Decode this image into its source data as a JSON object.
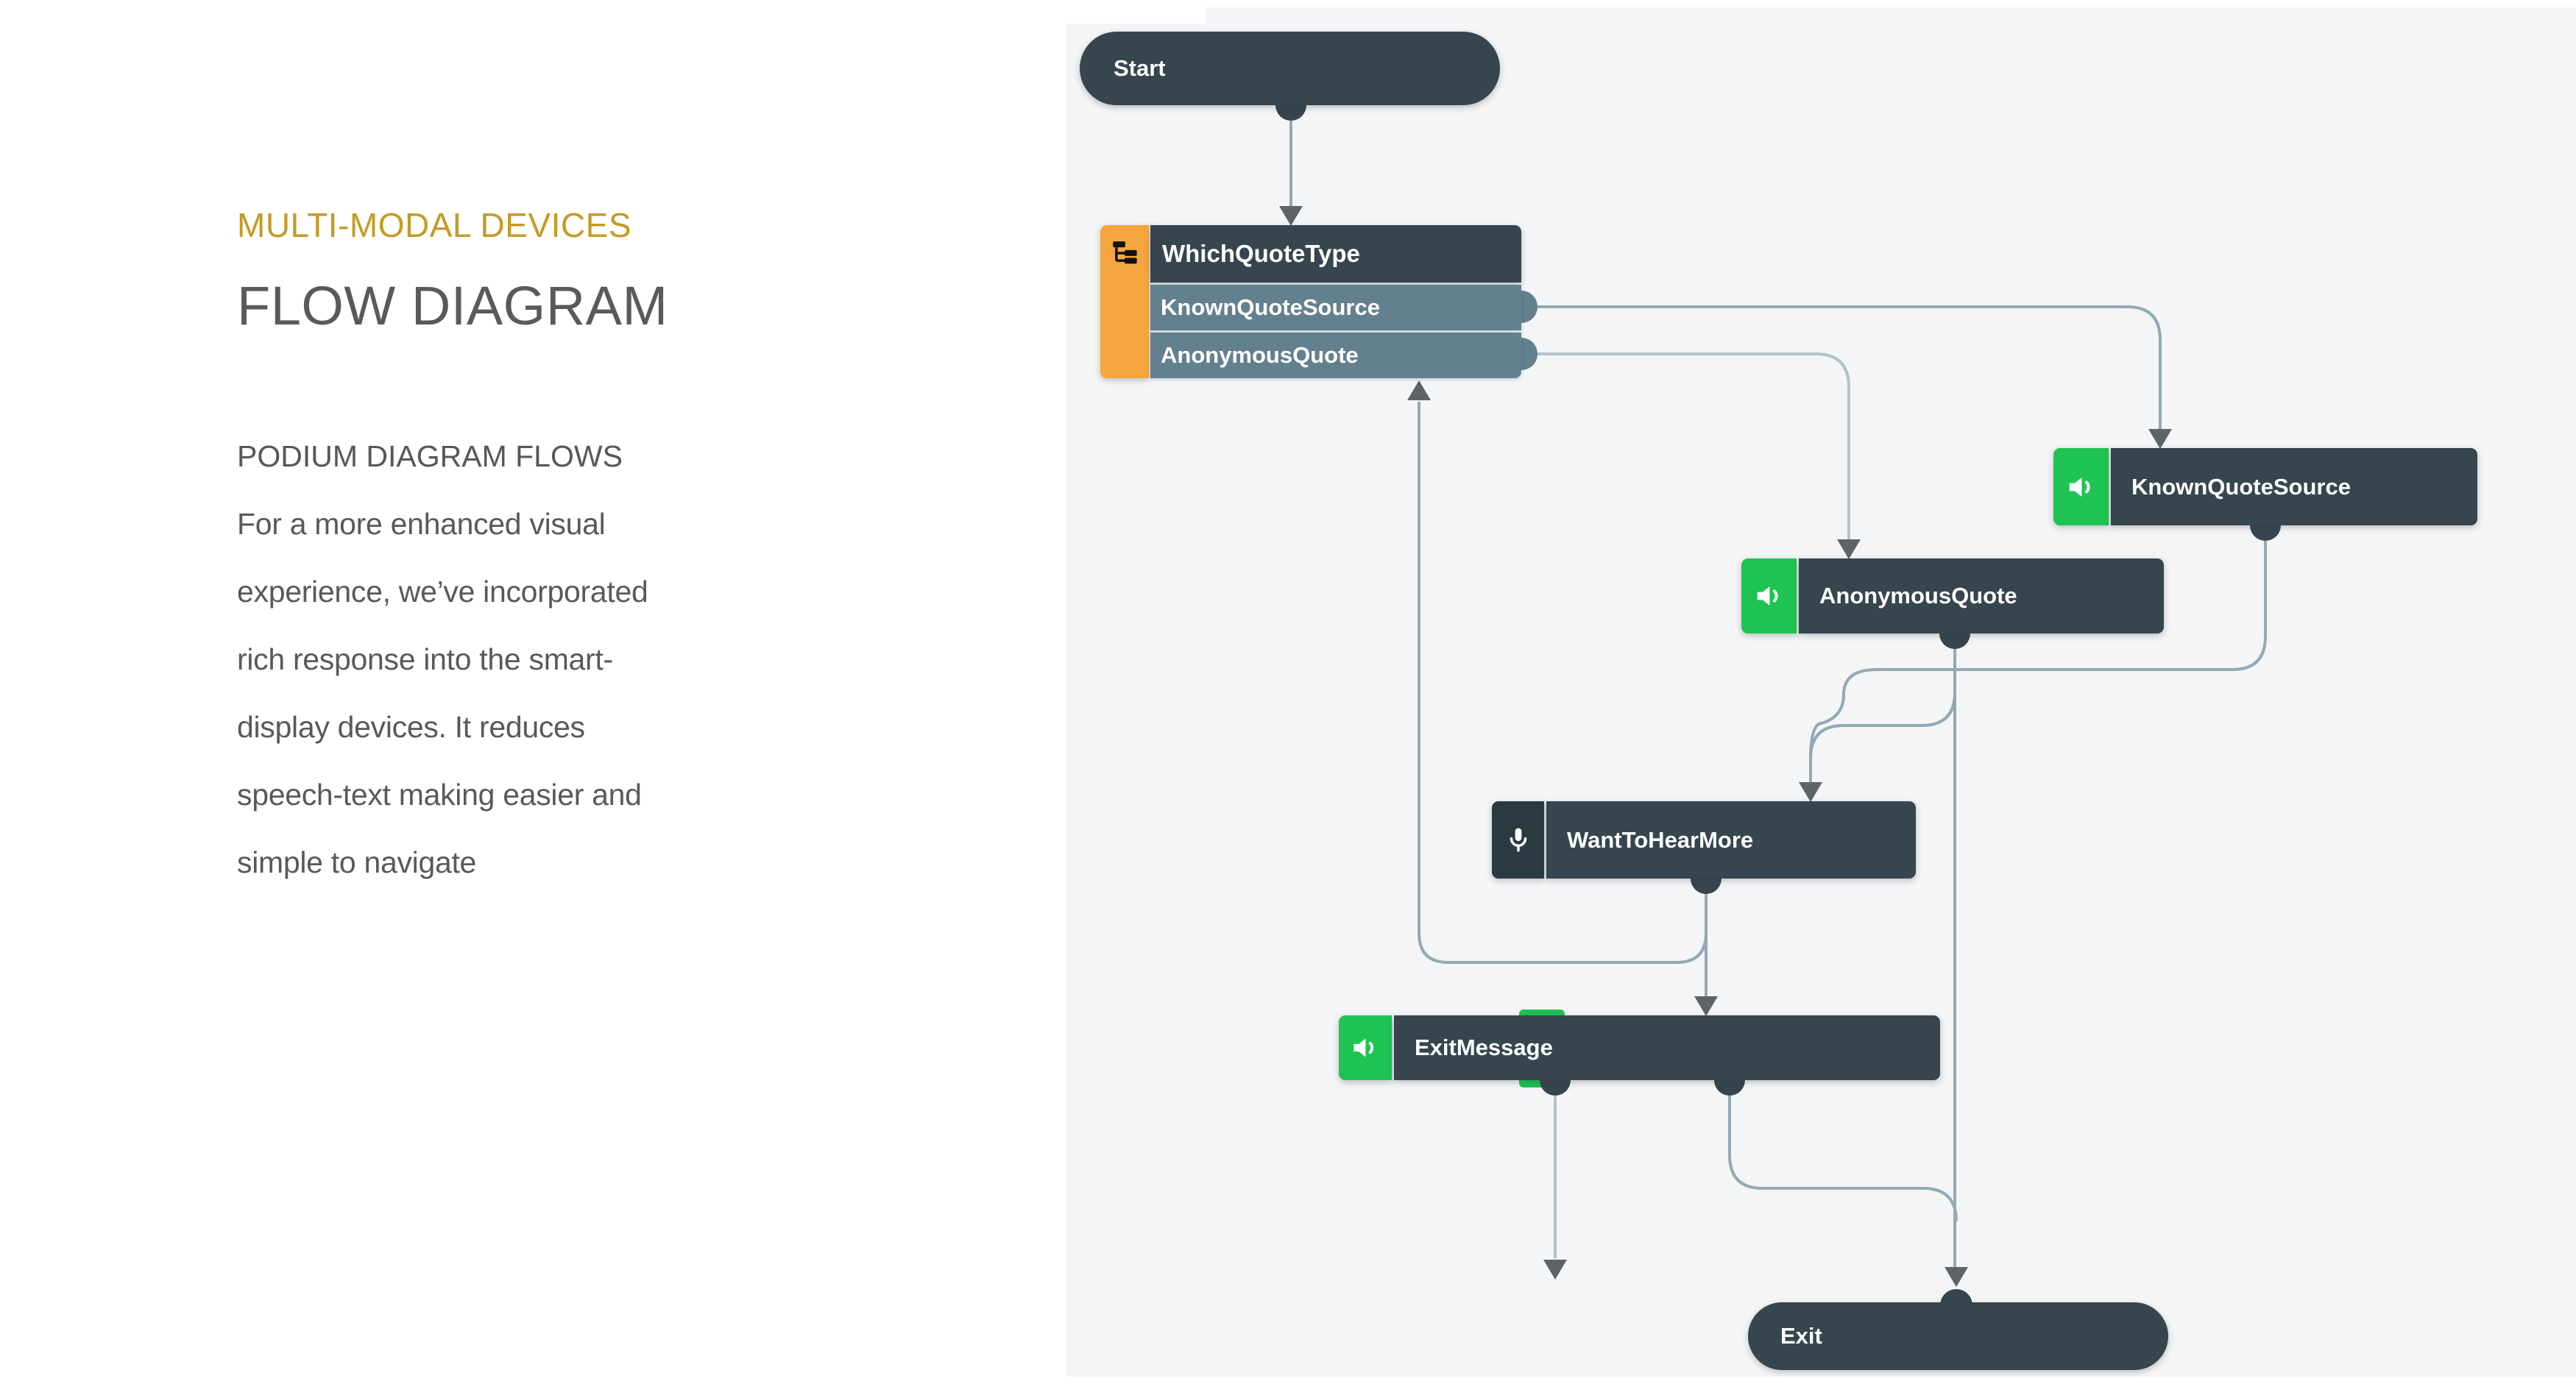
{
  "left_panel": {
    "eyebrow": "MULTI-MODAL DEVICES",
    "title": "FLOW DIAGRAM",
    "body_heading": "PODIUM DIAGRAM FLOWS",
    "body": "For a more enhanced visual\nexperience, we’ve incorporated\nrich response into the smart-\ndisplay devices. It reduces\nspeech-text making easier and\nsimple to navigate"
  },
  "diagram": {
    "nodes": {
      "start": {
        "label": "Start",
        "type": "start-pill"
      },
      "which_quote_type": {
        "label": "WhichQuoteType",
        "type": "branch",
        "icon": "branch-tree-icon",
        "branches": [
          "KnownQuoteSource",
          "AnonymousQuote"
        ]
      },
      "known_quote_source": {
        "label": "KnownQuoteSource",
        "type": "speech",
        "icon": "speaker-icon"
      },
      "anonymous_quote": {
        "label": "AnonymousQuote",
        "type": "speech",
        "icon": "speaker-icon"
      },
      "want_to_hear_more": {
        "label": "WantToHearMore",
        "type": "listen",
        "icon": "microphone-icon"
      },
      "exit_message": {
        "label": "ExitMessage",
        "type": "speech",
        "icon": "speaker-icon"
      },
      "exit": {
        "label": "Exit",
        "type": "end-pill"
      }
    },
    "connections": [
      {
        "from": "Start",
        "to": "WhichQuoteType"
      },
      {
        "from": "WhichQuoteType.KnownQuoteSource",
        "to": "KnownQuoteSource"
      },
      {
        "from": "WhichQuoteType.AnonymousQuote",
        "to": "AnonymousQuote"
      },
      {
        "from": "KnownQuoteSource",
        "to": "WantToHearMore"
      },
      {
        "from": "AnonymousQuote",
        "to": "WantToHearMore"
      },
      {
        "from": "AnonymousQuote",
        "to": "Exit"
      },
      {
        "from": "WantToHearMore",
        "to": "ExitMessage"
      },
      {
        "from": "WantToHearMore",
        "to": "WhichQuoteType",
        "note": "loop back into bottom of branch node"
      },
      {
        "from": "ExitMessage",
        "to": "Exit"
      },
      {
        "from": "ExitMessage",
        "to": "",
        "note": "dangling arrow ending in empty canvas"
      }
    ],
    "colors": {
      "canvas_bg": "#F4F5F6",
      "node_dark": "#36454E",
      "branch_row": "#63808E",
      "accent_orange": "#F6A63E",
      "accent_green": "#1FC351",
      "connector": "#93A9B4",
      "connector_light": "#B3C3CA",
      "arrowhead": "#5D6468",
      "eyebrow_gold": "#C49B26",
      "heading_gray": "#5A5A5A",
      "body_gray": "#595959"
    }
  }
}
